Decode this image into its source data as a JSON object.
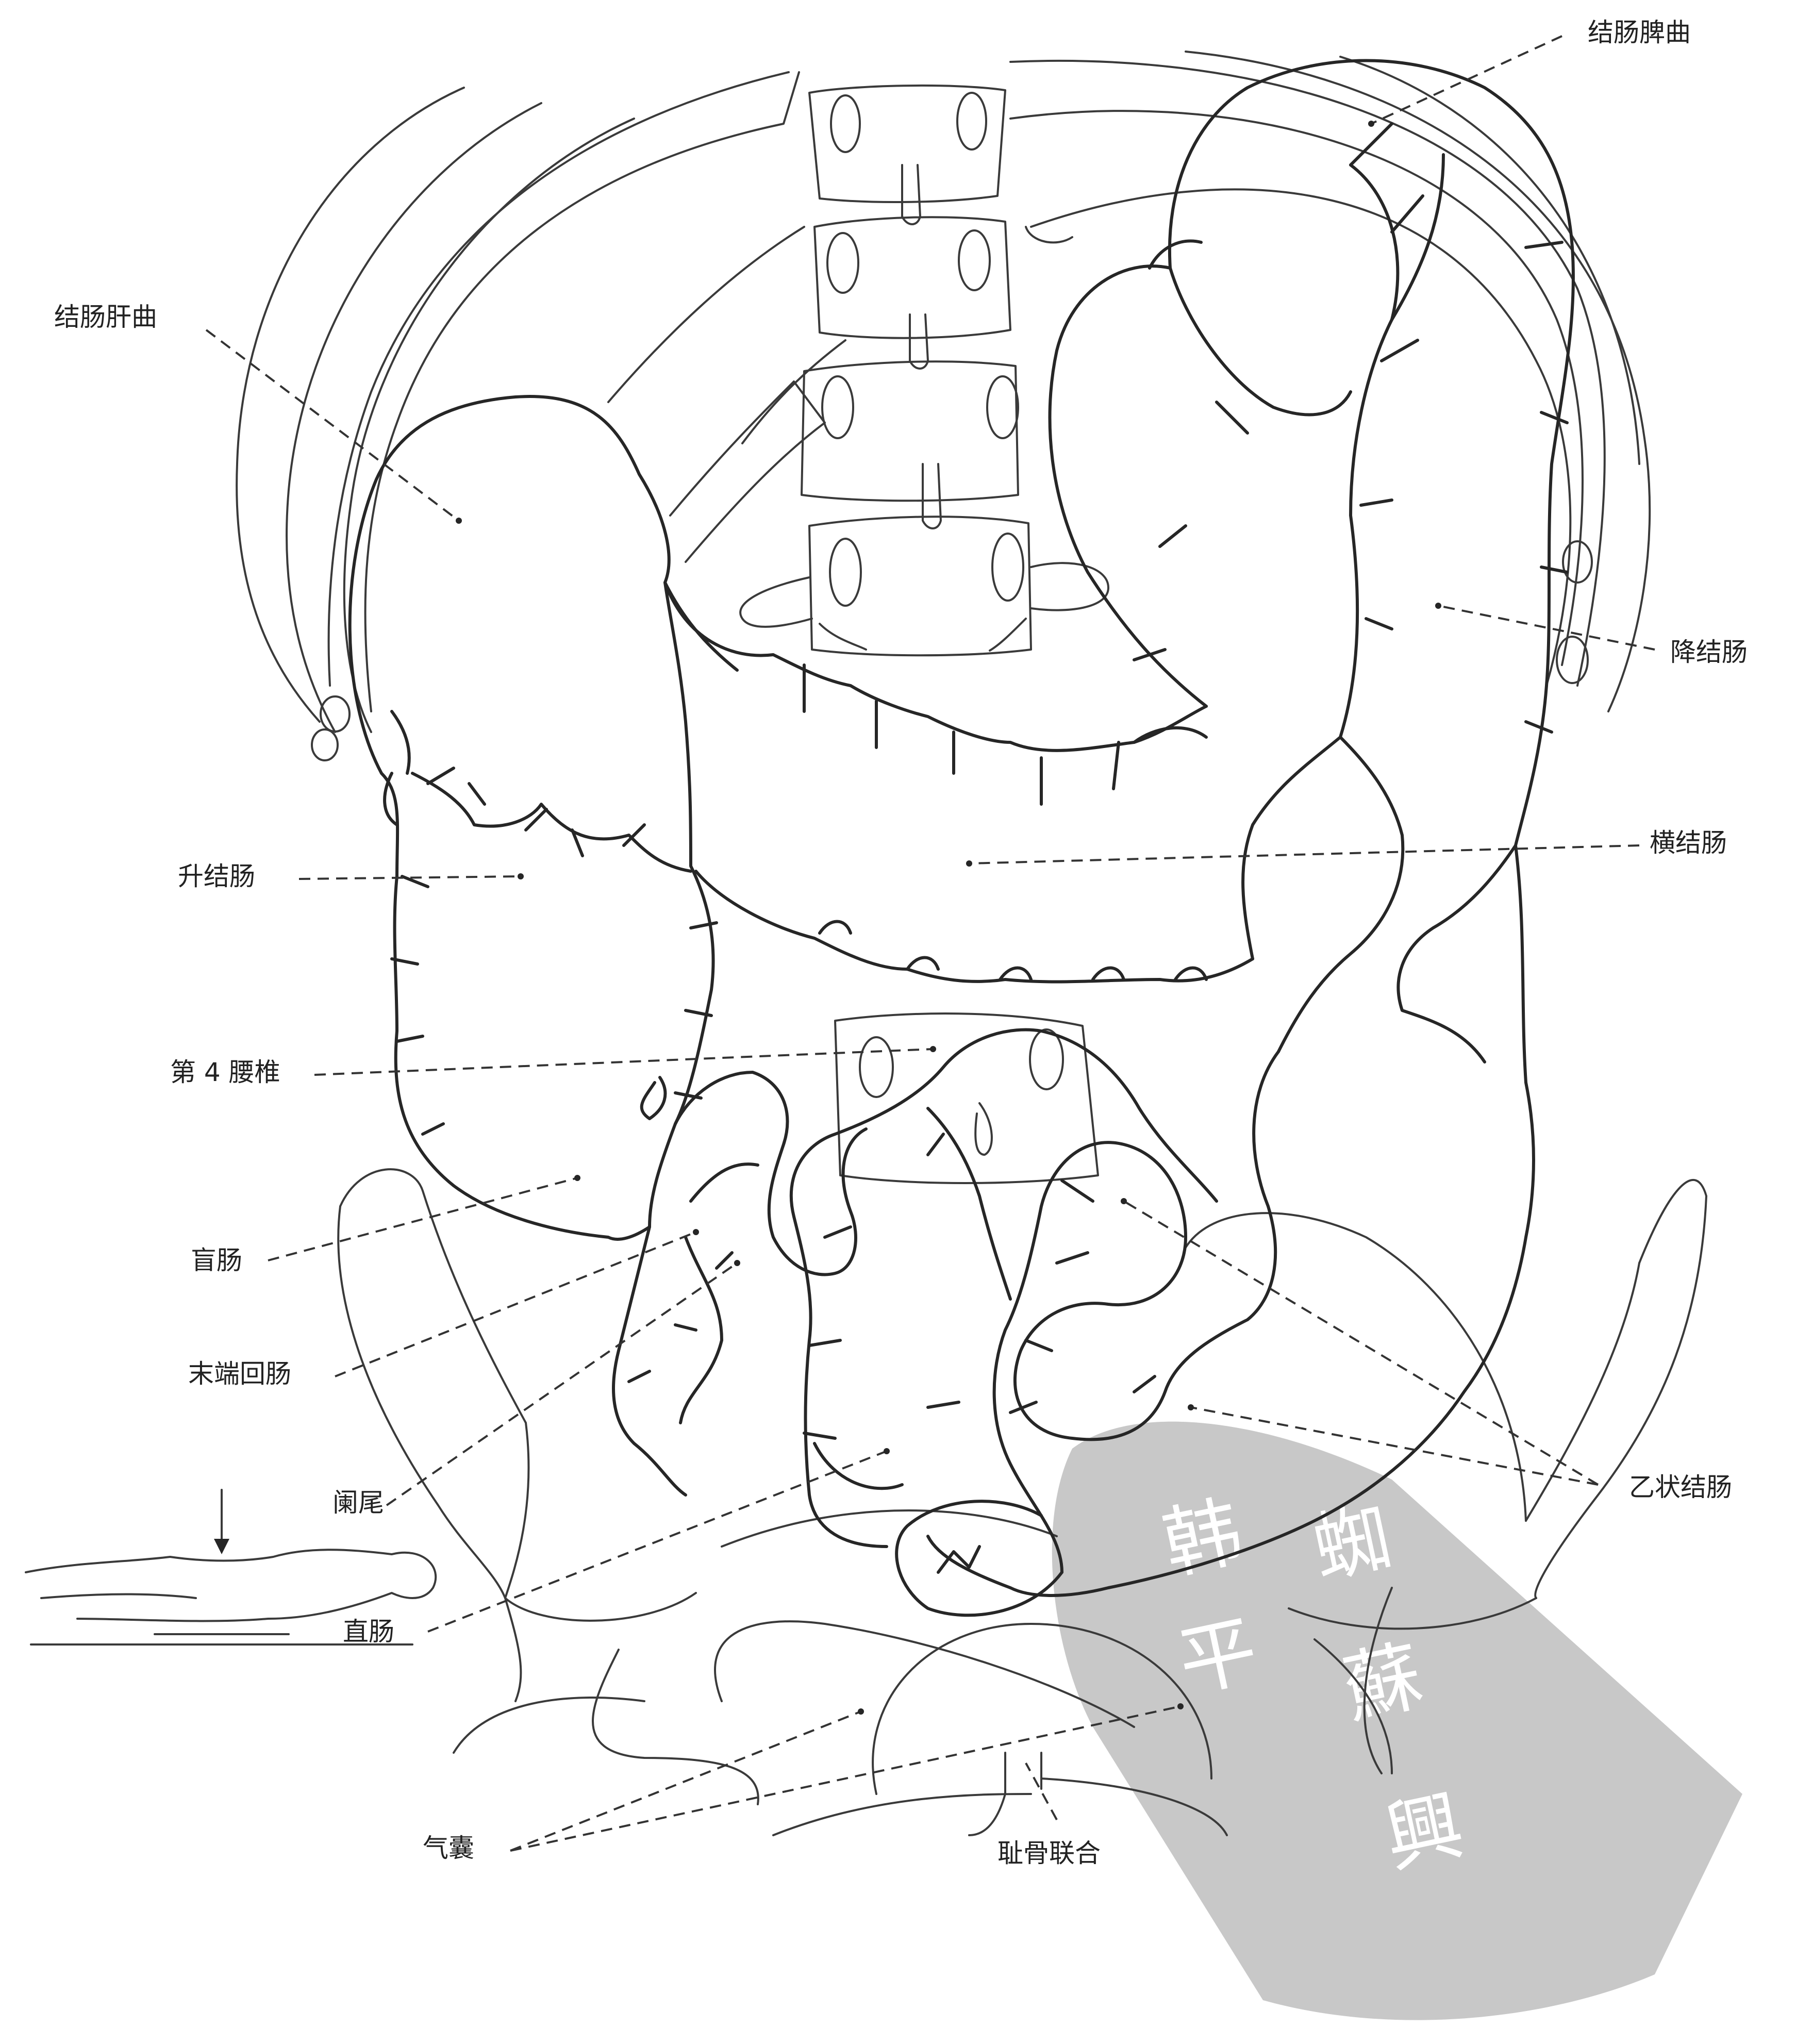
{
  "labels": {
    "splenic_flexure": "结肠脾曲",
    "hepatic_flexure": "结肠肝曲",
    "descending_colon": "降结肠",
    "transverse_colon": "横结肠",
    "ascending_colon": "升结肠",
    "l4_vertebra": "第 4 腰椎",
    "cecum": "盲肠",
    "terminal_ileum": "末端回肠",
    "appendix": "阑尾",
    "sigmoid_colon": "乙状结肠",
    "rectum": "直肠",
    "air_bubbles": "气囊",
    "pubic_symphysis": "耻骨联合"
  },
  "colors": {
    "line": "#262626",
    "watermark": "#c8c8c8",
    "watermark_text": "#ffffff"
  },
  "icons": {
    "patient_position": "supine-patient-beam-icon",
    "watermark": "seal-stamp-watermark"
  }
}
